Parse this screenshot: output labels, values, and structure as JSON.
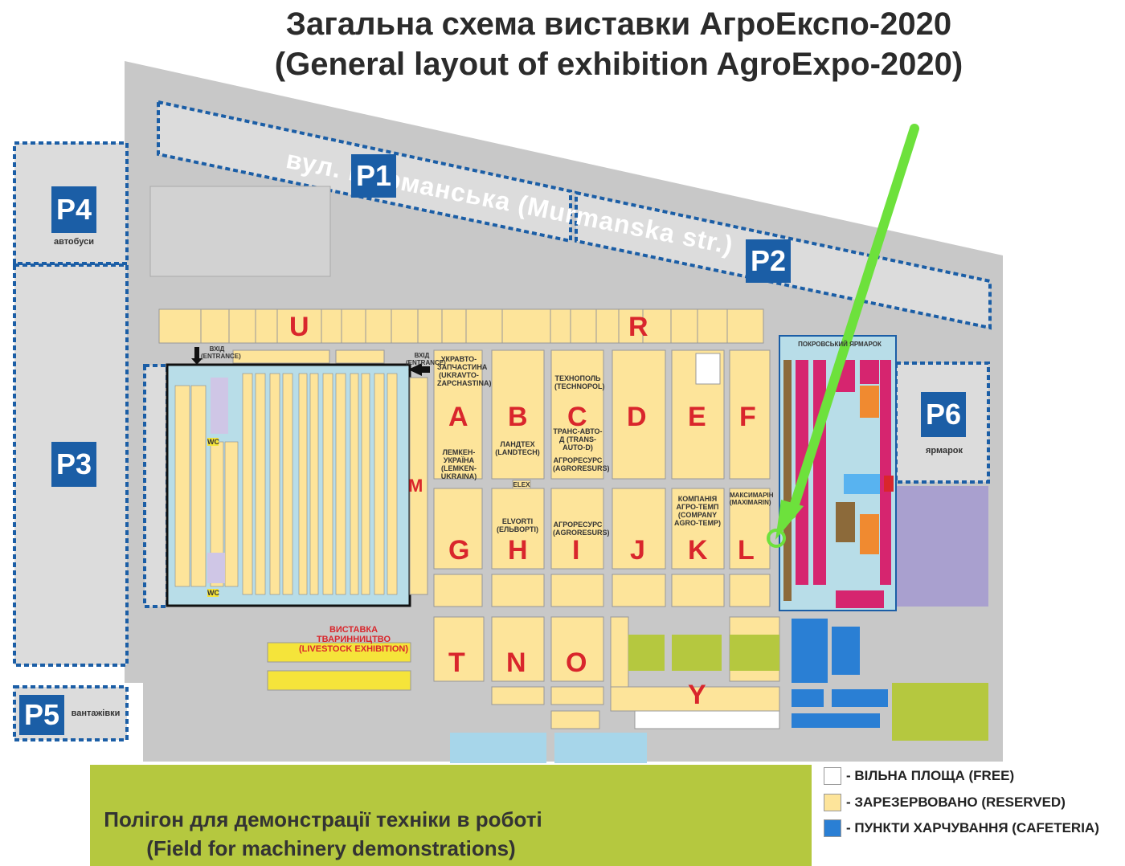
{
  "title": {
    "line1": "Загальна схема виставки АгроЕкспо-2020",
    "line2": "(General layout of exhibition AgroExpo-2020)"
  },
  "street": "вул. Мурманська (Murmanska str.)",
  "parking": {
    "p1": "P1",
    "p2": "P2",
    "p3": "P3",
    "p4": "P4",
    "p4_sub": "автобуси",
    "p5": "P5",
    "p5_sub": "вантажівки",
    "p6": "P6",
    "p6_sub": "ярмарок"
  },
  "zones": [
    "U",
    "R",
    "A",
    "B",
    "C",
    "D",
    "E",
    "F",
    "G",
    "H",
    "I",
    "J",
    "K",
    "L",
    "M",
    "T",
    "N",
    "O",
    "Y"
  ],
  "labels": {
    "fair": "ПОКРОВСЬКИЙ ЯРМАРОК",
    "entrance1": "ВХІД (ENTRANCE)",
    "entrance2": "ВХІД (ENTRANCE)",
    "wc": "WC",
    "livestock": "ВИСТАВКА ТВАРИННИЦТВО (LIVESTOCK EXHIBITION)",
    "ukravto": "УКРАВТО-ЗАПЧАСТИНА (UKRAVTO-ZAPCHASTINA)",
    "technopol": "ТЕХНОПОЛЬ (TECHNOPOL)",
    "lemken": "ЛЕМКЕН-УКРАЇНА (LEMKEN-UKRAINA)",
    "landtech": "ЛАНДТЕХ (LANDTECH)",
    "transavto": "ТРАНС-АВТО-Д (TRANS- AUTO-D)",
    "agroresurs1": "АГРОРЕСУРС (AGRORESURS)",
    "elvorti": "ELVORTI (ЕЛЬВОРТІ)",
    "agroresurs2": "АГРОРЕСУРС (AGRORESURS)",
    "agrotemp": "КОМПАНІЯ АГРО-ТЕМП (COMPANY AGRO-TEMP)",
    "maximarin": "МАКСИМАРІН (MAXIMARIN)",
    "elex": "ELEX"
  },
  "field": {
    "line1": "Полігон для демонстрації техніки в роботі",
    "line2": "(Field for machinery demonstrations)"
  },
  "legend": [
    {
      "text": "- ВІЛЬНА ПЛОЩА (FREE)",
      "color": "#ffffff"
    },
    {
      "text": "- ЗАРЕЗЕРВОВАНО (RESERVED)",
      "color": "#fde49a"
    },
    {
      "text": "- ПУНКТИ ХАРЧУВАННЯ (CAFETERIA)",
      "color": "#2a7fd4"
    }
  ],
  "colors": {
    "ground": "#c8c8c8",
    "reserved": "#fde49a",
    "hall": "#b8dde8",
    "field": "#b5c83f",
    "parking_blue": "#1b5ea6",
    "arrow": "#6de13c",
    "zone_red": "#d9262c",
    "fair_pink": "#d6256f",
    "fair_orange": "#f08a30"
  }
}
